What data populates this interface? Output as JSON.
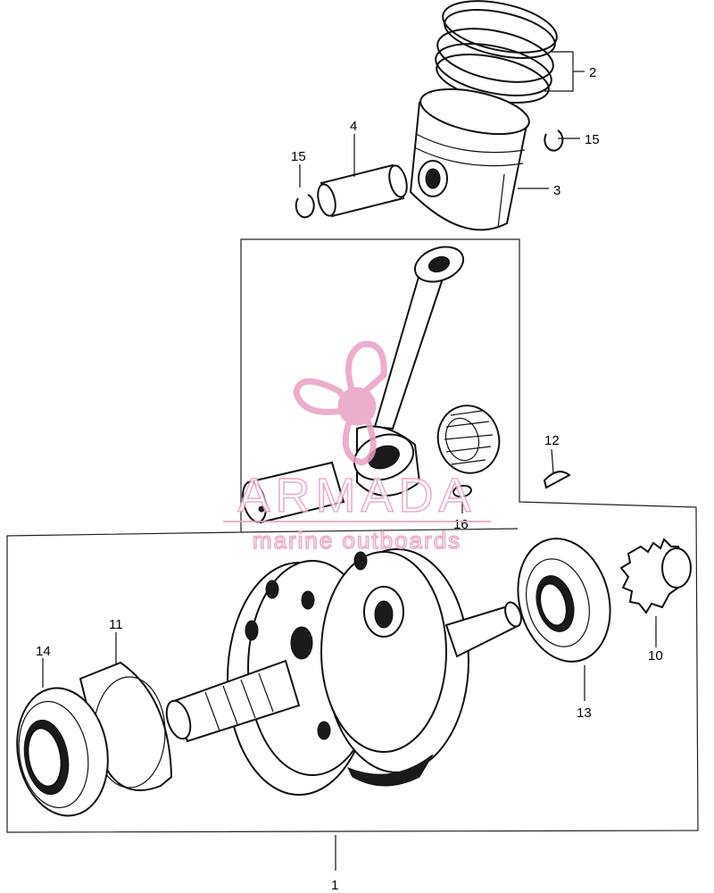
{
  "callouts": [
    {
      "id": "c1",
      "text": "1"
    },
    {
      "id": "c2",
      "text": "2"
    },
    {
      "id": "c3",
      "text": "3"
    },
    {
      "id": "c4",
      "text": "4"
    },
    {
      "id": "c10",
      "text": "10"
    },
    {
      "id": "c11",
      "text": "11"
    },
    {
      "id": "c12",
      "text": "12"
    },
    {
      "id": "c13",
      "text": "13"
    },
    {
      "id": "c14",
      "text": "14"
    },
    {
      "id": "c15a",
      "text": "15"
    },
    {
      "id": "c15b",
      "text": "15"
    },
    {
      "id": "c16",
      "text": "16"
    }
  ],
  "watermark": {
    "brand": "ARMADA",
    "tagline": "marine outboards",
    "color": "#e8a0c4"
  }
}
